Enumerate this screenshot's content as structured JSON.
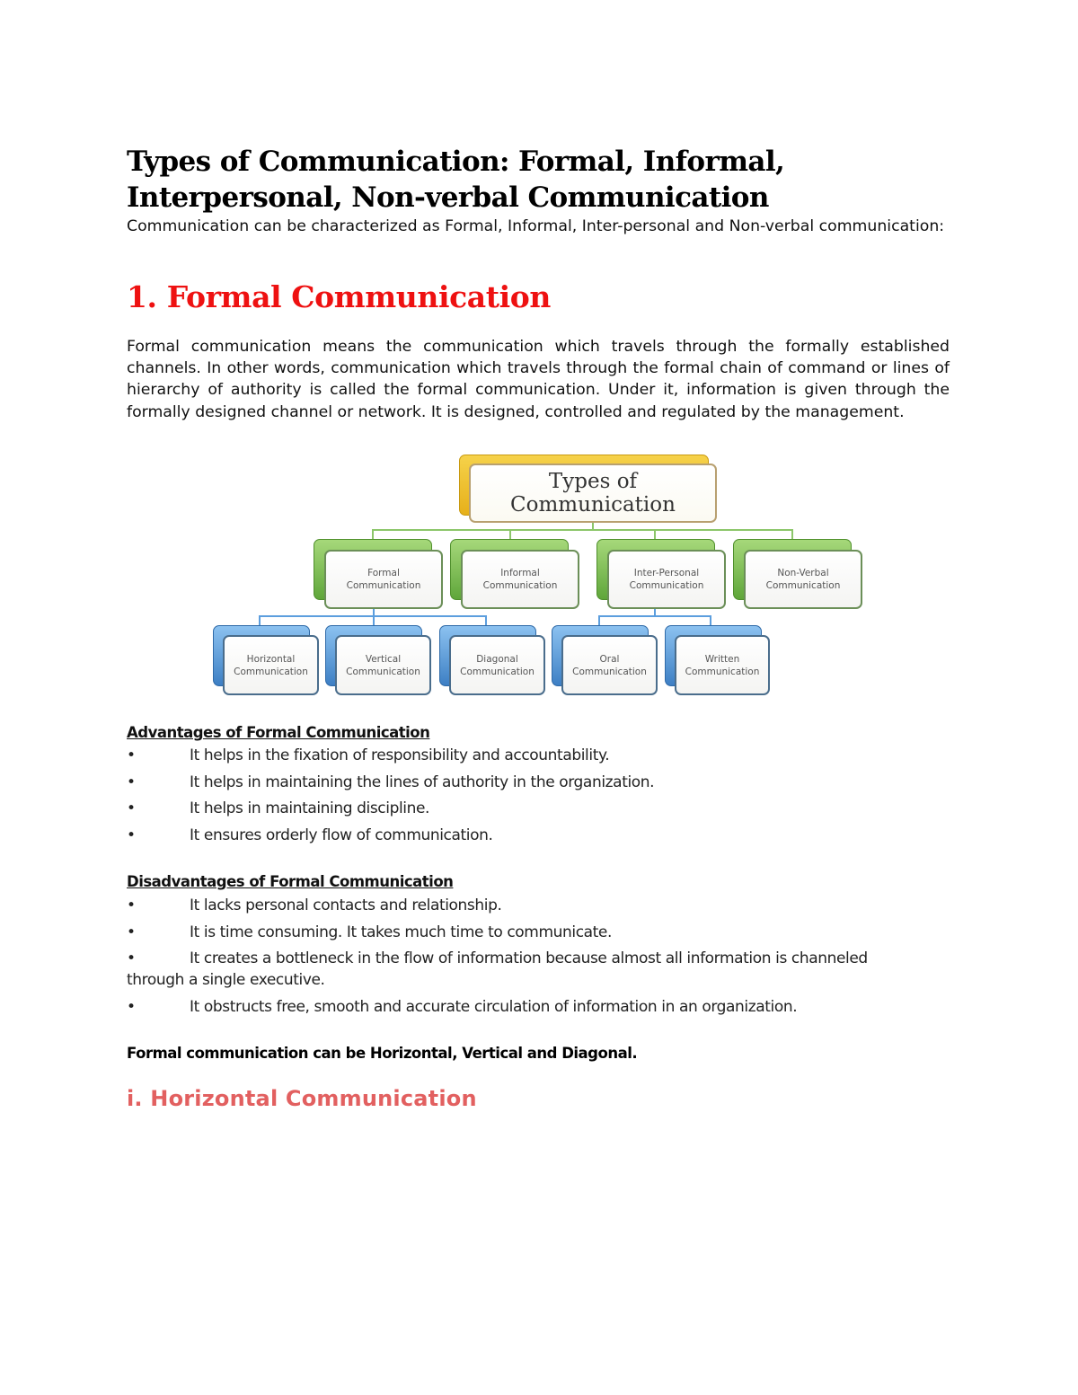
{
  "document": {
    "title": "Types of Communication: Formal, Informal, Interpersonal, Non-verbal Communication",
    "intro": "Communication can be characterized as Formal, Informal, Inter-personal and Non-verbal communication:",
    "section1": {
      "heading": "1. Formal Communication",
      "paragraph": "Formal communication means the communication which travels through the formally established channels. In other words, communication which travels through the formal chain of command or lines of hierarchy of authority is called the formal communication. Under it, information is given through the formally designed channel or network. It is designed, controlled and regulated by the management."
    },
    "diagram": {
      "root": {
        "line1": "Types of",
        "line2": "Communication"
      },
      "level2": [
        {
          "line1": "Formal",
          "line2": "Communication"
        },
        {
          "line1": "Informal",
          "line2": "Communication"
        },
        {
          "line1": "Inter-Personal",
          "line2": "Communication"
        },
        {
          "line1": "Non-Verbal",
          "line2": "Communication"
        }
      ],
      "level3": [
        {
          "line1": "Horizontal",
          "line2": "Communication"
        },
        {
          "line1": "Vertical",
          "line2": "Communication"
        },
        {
          "line1": "Diagonal",
          "line2": "Communication"
        },
        {
          "line1": "Oral",
          "line2": "Communication"
        },
        {
          "line1": "Written",
          "line2": "Communication"
        }
      ],
      "colors": {
        "root": "#e6b01a",
        "level2": "#5fa63a",
        "level3": "#3d7fc4"
      }
    },
    "advantages": {
      "heading": "Advantages of Formal Communication",
      "bullet": "•",
      "items": [
        "It helps in the fixation of responsibility and accountability.",
        "It helps in maintaining the lines of authority in the organization.",
        "It helps in maintaining discipline.",
        "It ensures orderly flow of communication."
      ]
    },
    "disadvantages": {
      "heading": "Disadvantages of Formal Communication",
      "bullet": "•",
      "items": [
        "It lacks personal contacts and relationship.",
        "It is time consuming. It takes much time to communicate.",
        "It creates a bottleneck in the flow of information because almost all information is channeled through a single executive.",
        "It obstructs free, smooth and accurate circulation of information in an organization."
      ]
    },
    "summary_line": "Formal communication can be Horizontal, Vertical and Diagonal.",
    "subsection_heading": "i. Horizontal Communication",
    "colors": {
      "heading_red": "#ee1111",
      "subheading_red": "#e26060",
      "text": "#111111"
    }
  }
}
